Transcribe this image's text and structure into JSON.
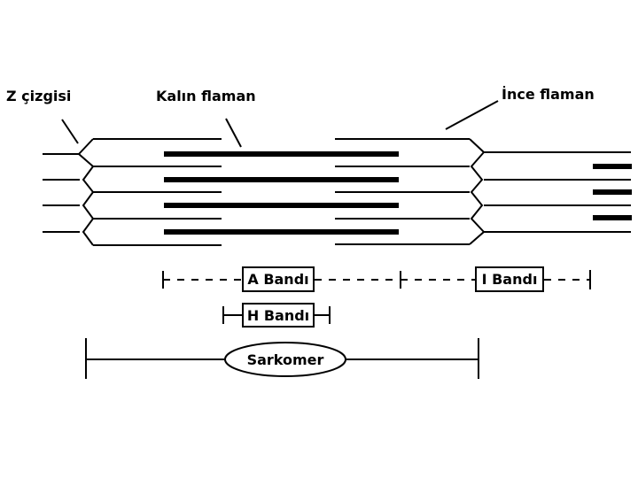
{
  "labels": {
    "z_line": "Z çizgisi",
    "thick_filament": "Kalın flaman",
    "thin_filament": "İnce flaman",
    "a_band": "A Bandı",
    "i_band": "I Bandı",
    "h_band": "H Bandı",
    "sarcomere": "Sarkomer"
  },
  "colors": {
    "stroke": "#000000",
    "background": "#ffffff"
  }
}
